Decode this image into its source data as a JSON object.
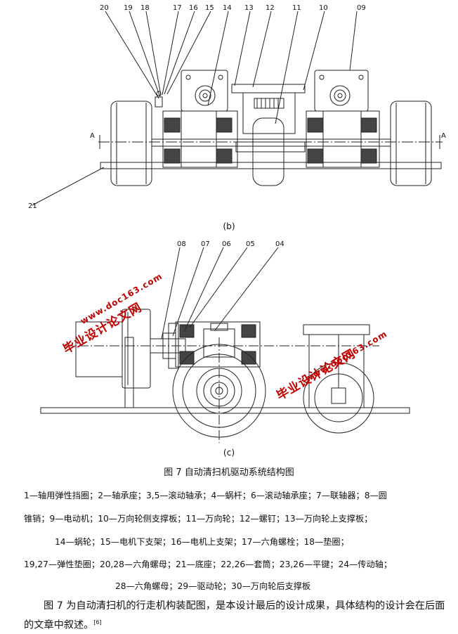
{
  "figure_b": {
    "label": "(b)",
    "callouts": [
      "20",
      "19",
      "18",
      "17",
      "16",
      "15",
      "14",
      "13",
      "12",
      "11",
      "10",
      "09",
      "21"
    ],
    "section_mark": "A"
  },
  "figure_c": {
    "label": "(c)",
    "callouts": [
      "08",
      "07",
      "06",
      "05",
      "04"
    ]
  },
  "watermarks": {
    "cn": "毕业设计论文网",
    "url": "www.doc163.com"
  },
  "caption": "图 7 自动清扫机驱动系统结构图",
  "legend_lines": [
    "1—轴用弹性挡圈；2—轴承座；3,5—滚动轴承；4—蜗杆；6—滚动轴承座；7—联轴器；8—圆",
    "锥销；9—电动机；10—万向轮侧支撑板；11—万向轮；12—螺钉；13—万向轮上支撑板；",
    "14—蜗轮；15—电机下支架；16—电机上支架；17—六角螺栓；18—垫圈；",
    "19,27—弹性垫圈；20,28—六角螺母；21—底座；22,26—套筒；23,26—平键；24—传动轴；",
    "28—六角螺母；29—驱动轮；30—万向轮后支撑板"
  ],
  "paragraph": {
    "text": "图 7 为自动清扫机的行走机构装配图，是本设计最后的设计成果，具体结构的设计会在后面的文章中叙述。",
    "ref": "[6]"
  }
}
